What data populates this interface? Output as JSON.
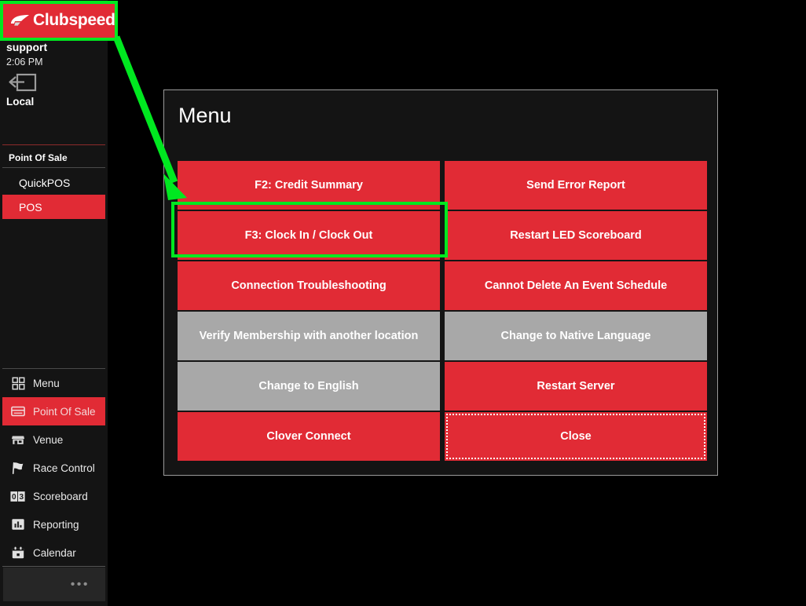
{
  "sidebar": {
    "logo": {
      "text": "Clubspeed",
      "icon": "clubspeed-swoosh-icon",
      "color": "#E12B35"
    },
    "user": {
      "name": "support",
      "time": "2:06 PM",
      "logout_icon": "logout-arrow-icon",
      "location": "Local"
    },
    "section": {
      "title": "Point Of Sale"
    },
    "sub_items": [
      {
        "label": "QuickPOS",
        "active": false
      },
      {
        "label": "POS",
        "active": true
      }
    ],
    "nav_items": [
      {
        "label": "Menu",
        "icon": "grid-icon",
        "active": false
      },
      {
        "label": "Point Of Sale",
        "icon": "credit-card-icon",
        "active": true
      },
      {
        "label": "Venue",
        "icon": "store-icon",
        "active": false
      },
      {
        "label": "Race Control",
        "icon": "flag-icon",
        "active": false
      },
      {
        "label": "Scoreboard",
        "icon": "scoreboard-digits-icon",
        "active": false
      },
      {
        "label": "Reporting",
        "icon": "bar-chart-icon",
        "active": false
      },
      {
        "label": "Calendar",
        "icon": "calendar-icon",
        "active": false
      }
    ],
    "more": {
      "label": "•••",
      "icon": "ellipsis-icon"
    }
  },
  "menu_panel": {
    "title": "Menu",
    "buttons": [
      {
        "label": "F2: Credit Summary",
        "style": "red",
        "focused": false
      },
      {
        "label": "Send Error Report",
        "style": "red",
        "focused": false
      },
      {
        "label": "F3: Clock In / Clock Out",
        "style": "red",
        "focused": false
      },
      {
        "label": "Restart LED Scoreboard",
        "style": "red",
        "focused": false
      },
      {
        "label": "Connection Troubleshooting",
        "style": "red",
        "focused": false
      },
      {
        "label": "Cannot Delete An Event Schedule",
        "style": "red",
        "focused": false
      },
      {
        "label": "Verify Membership with another location",
        "style": "gray",
        "focused": false
      },
      {
        "label": "Change to Native Language",
        "style": "gray",
        "focused": false
      },
      {
        "label": "Change to English",
        "style": "gray",
        "focused": false
      },
      {
        "label": "Restart Server",
        "style": "red",
        "focused": false
      },
      {
        "label": "Clover Connect",
        "style": "red",
        "focused": false
      },
      {
        "label": "Close",
        "style": "red",
        "focused": true
      }
    ]
  },
  "annotations": {
    "highlight_color": "#00E820",
    "logo_box": {
      "target": "clubspeed-logo"
    },
    "button_box": {
      "target": "F3: Clock In / Clock Out"
    },
    "arrow": {
      "from": "clubspeed-logo",
      "to": "menu-button-area"
    }
  },
  "theme": {
    "background": "#000000",
    "panel_background": "#141414",
    "accent_red": "#E12B35",
    "disabled_gray": "#A8A8A8",
    "text": "#FFFFFF"
  }
}
